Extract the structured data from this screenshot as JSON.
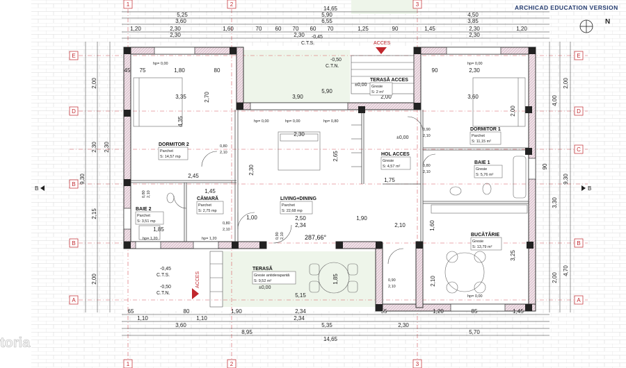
{
  "header": {
    "edition": "ARCHICAD EDUCATION VERSION",
    "north": "N"
  },
  "watermark": "toria",
  "grid": {
    "cols": [
      "1",
      "2",
      "3"
    ],
    "rows": [
      "E",
      "D",
      "C",
      "B",
      "B",
      "A"
    ]
  },
  "dims": {
    "top_total": "14,65",
    "top_d1": "5,25",
    "top_d2": "5,90",
    "top_d3": "4,50",
    "top_e1": "3,60",
    "top_e2": "6,55",
    "top_e3": "3,85",
    "top_f1": "1,20",
    "top_f2": "2,30",
    "top_f3": "1,60",
    "top_f4": "70",
    "top_f5": "60",
    "top_f6": "70",
    "top_f7": "60",
    "top_f8": "70",
    "top_f9": "1,25",
    "top_f10": "90",
    "top_f11": "1,45",
    "top_f12": "2,30",
    "top_f13": "1,20",
    "top_g1": "2,30",
    "top_g2": "2,30",
    "top_g3": "2,30",
    "bot_total": "14,65",
    "bot_d1": "8,95",
    "bot_d2": "5,70",
    "bot_e1": "3,60",
    "bot_e2": "5,35",
    "bot_e3": "2,30",
    "bot_f1": "65",
    "bot_f2": "80",
    "bot_f3": "1,90",
    "bot_f4": "2,34",
    "bot_f5": "55",
    "bot_f6": "1,20",
    "bot_f7": "85",
    "bot_f8": "1,45",
    "bot_g1": "1,10",
    "bot_g2": "1,10",
    "bot_g3": "2,34",
    "left_total": "9,30",
    "left_a": "2,00",
    "left_b": "2,30",
    "left_c": "2,30",
    "left_d": "2,15",
    "left_e": "2,00",
    "right_total": "9,30",
    "right_a": "4,00",
    "right_b": "3,30",
    "right_c": "2,00",
    "right_d": "2,00",
    "right_e": "4,70",
    "right_f": "90",
    "in_3_35": "3,35",
    "in_3_60": "3,60",
    "in_3_90": "3,90",
    "in_5_90": "5,90",
    "in_2_30": "2,30",
    "in_2_70": "2,70",
    "in_4_35": "4,35",
    "in_2_45": "2,45",
    "in_1_45": "1,45",
    "in_1_90": "1,90",
    "in_2_50": "2,50",
    "in_2_34": "2,34",
    "in_2_10": "2,10",
    "in_1_60": "1,60",
    "in_3_25": "3,25",
    "in_1_75": "1,75",
    "in_2_65": "2,65",
    "in_5_15": "5,15",
    "in_1_85": "1,85",
    "in_1_00": "1,00",
    "in_2_00": "2,00",
    "in_1_80": "1,80",
    "in_75": "75",
    "in_80": "80",
    "in_45": "45",
    "in_90": "90",
    "in_2_10b": "2,10",
    "in_2_30b": "2,30",
    "in_1_85b": "1,85",
    "in_2_30c": "2,30",
    "in_2_00b": "2,00"
  },
  "levels": {
    "cts_top": "-0,45",
    "cts_top_lbl": "C.T.S.",
    "ctn_top": "-0,50",
    "ctn_top_lbl": "C.T.N.",
    "cts_left": "-0,45",
    "cts_left_lbl": "C.T.S.",
    "ctn_left": "-0,50",
    "ctn_left_lbl": "C.T.N.",
    "zero1": "±0,00",
    "zero2": "±0,00",
    "zero3": "±0,00"
  },
  "acces": {
    "top": "ACCES",
    "left": "ACCES"
  },
  "hp": {
    "h1": "hp= 0,00",
    "h2": "hp= 0,00",
    "h3": "hp= 0,00",
    "h4": "hp= 0,00",
    "h5": "hp= 1,20",
    "h6": "hp= 1,20",
    "h7": "hp= 0,00",
    "h8": "hp= 0,80"
  },
  "doors": {
    "d1": "0,90",
    "d1b": "2,10",
    "d2": "0,80",
    "d2b": "2,10",
    "d3": "0,80",
    "d3b": "2,10",
    "d4": "0,80",
    "d4b": "2,10",
    "d5": "0,90",
    "d5b": "2,10",
    "d6": "0,80",
    "d6b": "2,10",
    "d7": "0,90",
    "d7b": "2,10"
  },
  "rooms": {
    "dormitor2": {
      "name": "DORMITOR 2",
      "finish": "Parchet",
      "area": "S: 14,57 mp"
    },
    "dormitor1": {
      "name": "DORMITOR 1",
      "finish": "Parchet",
      "area": "S: 11,15 m²"
    },
    "camara": {
      "name": "CĂMARĂ",
      "finish": "Parchet",
      "area": "S: 2,75 mp"
    },
    "baie2": {
      "name": "BAIE 2",
      "finish": "Parchet",
      "area": "S: 3,51 mp"
    },
    "living": {
      "name": "LIVING+DINING",
      "finish": "Parchet",
      "area": "S: 22,68 mp"
    },
    "hol": {
      "name": "HOL ACCES",
      "finish": "Gresie",
      "area": "S: 4,57 m²"
    },
    "baie1": {
      "name": "BAIE 1",
      "finish": "Gresie",
      "area": "S: 5,76 m²"
    },
    "bucatarie": {
      "name": "BUCĂTĂRIE",
      "finish": "Gresie",
      "area": "S: 13,79 m²"
    },
    "terasa_acces": {
      "name": "TERASĂ ACCES",
      "finish": "Gresie",
      "area": "S: 2 m²"
    },
    "terasa": {
      "name": "TERASĂ",
      "finish": "Gresie antiderapantă",
      "area": "S: 9,52 m²"
    }
  },
  "total_area": "287,66°"
}
